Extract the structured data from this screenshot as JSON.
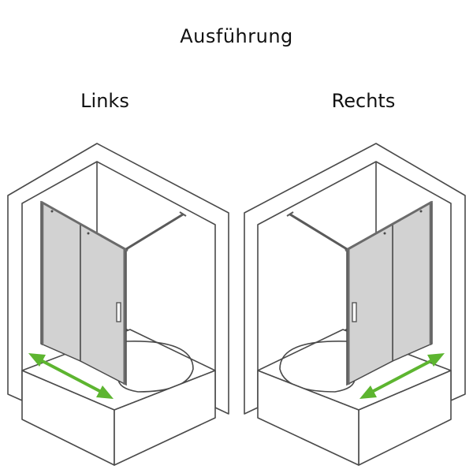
{
  "title": "Ausführung",
  "variants": [
    {
      "label": "Links",
      "arrow_color": "#5db530"
    },
    {
      "label": "Rechts",
      "arrow_color": "#5db530"
    }
  ],
  "colors": {
    "line": "#4a4a4a",
    "glass": "#d2d2d2",
    "frame": "#6b6b6b",
    "arrow": "#5db530"
  }
}
